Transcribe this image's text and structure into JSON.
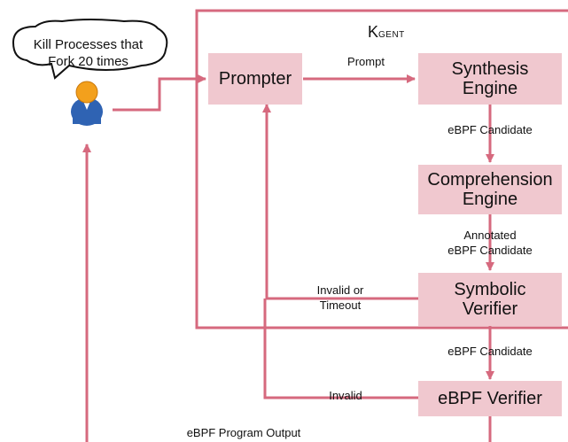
{
  "colors": {
    "box_fill": "#f0c8cf",
    "line": "#d6697e",
    "user_head": "#f3a01c",
    "user_body": "#2f63b3"
  },
  "user": {
    "icon": "user-icon",
    "speech": "Kill Processes that\nFork 20 times"
  },
  "system": {
    "name_main": "K",
    "name_sub": "GENT"
  },
  "nodes": {
    "prompter": "Prompter",
    "synthesis": "Synthesis\nEngine",
    "comprehension": "Comprehension\nEngine",
    "symbolic": "Symbolic\nVerifier",
    "ebpf_verifier": "eBPF Verifier"
  },
  "edges": {
    "prompt": "Prompt",
    "candidate_1": "eBPF Candidate",
    "annotated": "Annotated\neBPF Candidate",
    "invalid_timeout": "Invalid or\nTimeout",
    "candidate_2": "eBPF Candidate",
    "invalid": "Invalid",
    "program_output": "eBPF Program Output"
  }
}
